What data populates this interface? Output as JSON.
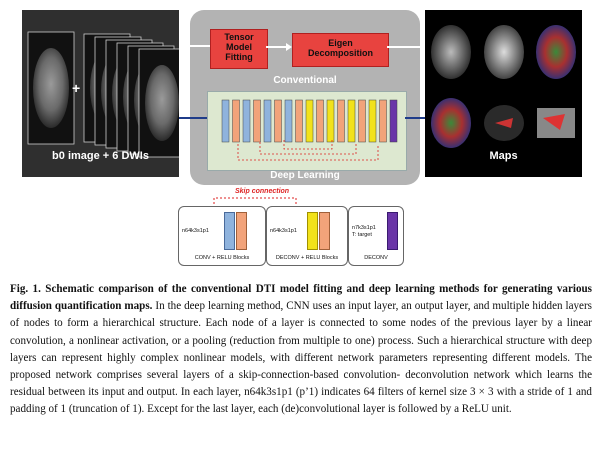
{
  "figure": {
    "input_label": "b0 image + 6 DWIs",
    "plus_sign": "+",
    "tensor_box": [
      "Tensor",
      "Model",
      "Fitting"
    ],
    "eigen_box": [
      "Eigen",
      "Decomposition"
    ],
    "conventional_label": "Conventional",
    "deep_learning_label": "Deep Learning",
    "maps_label": "Maps",
    "skip_connection_label": "Skip connection",
    "legend": {
      "conv_params": "n64k3s1p1",
      "conv_label": "CONV + RELU Blocks",
      "deconv_params": "n64k3s1p1",
      "deconv_label": "DECONV + RELU Blocks",
      "last_params": "n7k3s1p1",
      "last_target": "T: target",
      "last_label": "DECONV"
    }
  },
  "caption": {
    "fig_label": "Fig. 1.",
    "title": "Schematic comparison of the conventional DTI model fitting and deep learning methods for generating various diffusion quantification maps.",
    "lines": [
      "In the deep learning method, CNN uses an input layer, an output layer, and multiple",
      "hidden layers of nodes to form a hierarchical structure. Each node of a layer is connected to some nodes of the previous",
      "layer by a linear convolution, a nonlinear activation, or a pooling (reduction from multiple to one) process. Such a",
      "hierarchical structure with deep layers can represent highly complex nonlinear models, with different network parameters",
      "representing different models. The proposed network comprises several layers of a skip-connection-based convolution-",
      "deconvolution network which learns the residual between its input and output. In each layer, n64k3s1p1 (p’1) indicates 64",
      "filters of kernel size 3 × 3 with a stride of 1 and padding of 1 (truncation of 1). Except for the last layer, each",
      "(de)convolutional layer is followed by a ReLU unit."
    ]
  },
  "colors": {
    "red_box": "#e8433f",
    "panel_gray": "#b3b3b3",
    "dark_panel": "#2f2f2f",
    "maps_bg": "#000000",
    "dl_box": "#dde8d0",
    "conv_block": "#8fb3dd",
    "relu_block": "#f2a37a",
    "deconv_block": "#f2e21a",
    "last_block": "#6a35a8"
  }
}
